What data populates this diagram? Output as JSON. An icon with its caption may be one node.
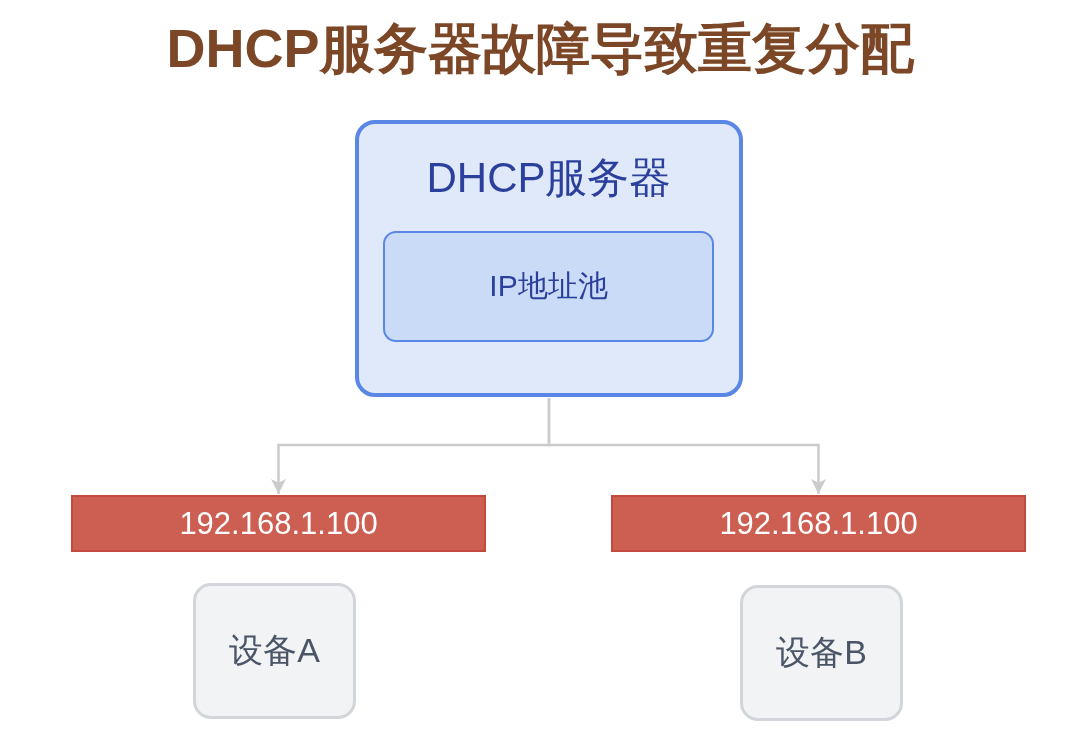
{
  "diagram": {
    "title": "DHCP服务器故障导致重复分配",
    "nodes": [
      {
        "text": [
          "DHCP服务器"
        ]
      },
      {
        "text": [
          "IP地址池"
        ],
        "in": 0
      },
      {
        "text": [
          "192.168.1.100"
        ]
      },
      {
        "text": [
          "192.168.1.100"
        ]
      },
      {
        "text": [
          "设备A"
        ]
      },
      {
        "text": [
          "设备B"
        ]
      }
    ],
    "edges": [
      {
        "from": 0,
        "to": 2,
        "arrow": "to"
      },
      {
        "from": 0,
        "to": 3,
        "arrow": "to"
      }
    ]
  }
}
